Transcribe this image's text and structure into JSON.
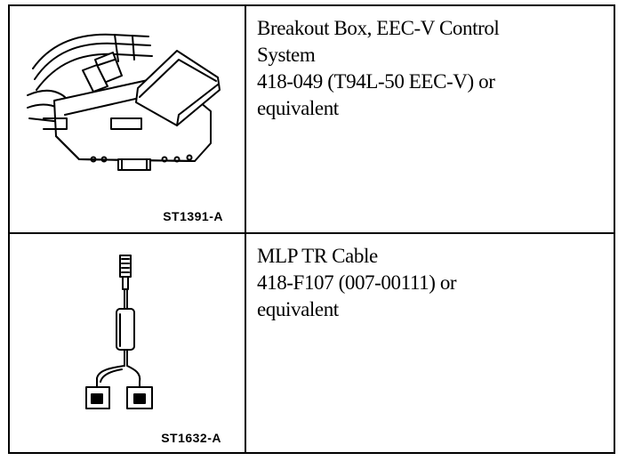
{
  "tools": [
    {
      "illustration_code": "ST1391-A",
      "illustration_icon": "breakout-box-icon",
      "description_lines": [
        "Breakout Box, EEC-V Control",
        "System",
        "418-049 (T94L-50 EEC-V) or",
        "equivalent"
      ]
    },
    {
      "illustration_code": "ST1632-A",
      "illustration_icon": "mlp-tr-cable-icon",
      "description_lines": [
        "MLP TR Cable",
        "418-F107 (007-00111) or",
        "equivalent"
      ]
    }
  ]
}
